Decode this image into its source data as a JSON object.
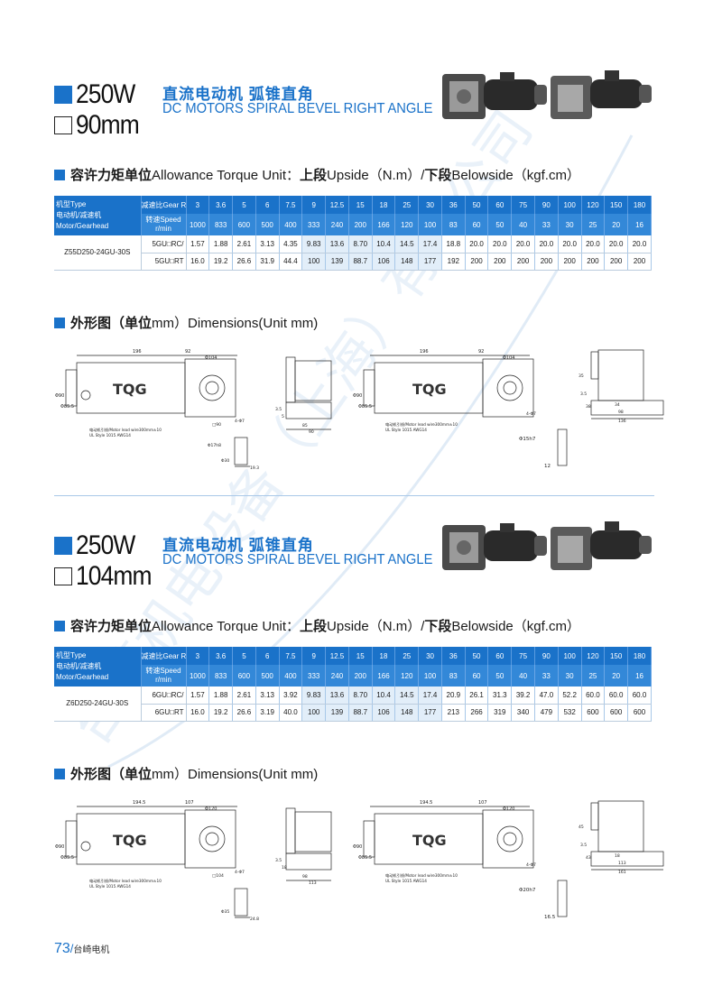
{
  "sections": [
    {
      "power": "250W",
      "frame": "90mm",
      "cn_title": "直流电动机 弧锥直角",
      "en_title": "DC MOTORS  SPIRAL BEVEL RIGHT ANGLE",
      "torque_label_cn": "容许力矩单位",
      "torque_label_en": " Allowance Torque Unit：",
      "torque_up_cn": "上段",
      "torque_up_en": " Upside（N.m）/",
      "torque_down_cn": "下段",
      "torque_down_en": " Belowside（kgf.cm）",
      "table": {
        "type_label": "机型Type",
        "motor_gear_label_cn": "电动机/减速机",
        "motor_gear_label_en": "Motor/Gearhead",
        "ratio_label": "减速比Gear Ratio",
        "speed_label": "转速Speed r/min",
        "ratios": [
          "3",
          "3.6",
          "5",
          "6",
          "7.5",
          "9",
          "12.5",
          "15",
          "18",
          "25",
          "30",
          "36",
          "50",
          "60",
          "75",
          "90",
          "100",
          "120",
          "150",
          "180"
        ],
        "speeds": [
          "1000",
          "833",
          "600",
          "500",
          "400",
          "333",
          "240",
          "200",
          "166",
          "120",
          "100",
          "83",
          "60",
          "50",
          "40",
          "33",
          "30",
          "25",
          "20",
          "16"
        ],
        "model": "Z55D250-24GU-30S",
        "gear1": "5GU□RC/",
        "gear2": "5GU□RT",
        "row1": [
          "1.57",
          "1.88",
          "2.61",
          "3.13",
          "4.35",
          "9.83",
          "13.6",
          "8.70",
          "10.4",
          "14.5",
          "17.4",
          "18.8",
          "20.0",
          "20.0",
          "20.0",
          "20.0",
          "20.0",
          "20.0",
          "20.0",
          "20.0"
        ],
        "row2": [
          "16.0",
          "19.2",
          "26.6",
          "31.9",
          "44.4",
          "100",
          "139",
          "88.7",
          "106",
          "148",
          "177",
          "192",
          "200",
          "200",
          "200",
          "200",
          "200",
          "200",
          "200",
          "200"
        ]
      },
      "dim_title_cn": "外形图（单位",
      "dim_title_en": " mm）Dimensions(Unit mm)",
      "drawings": {
        "d1_len": "196",
        "d1_len2": "92",
        "d1_phi": "Φ104",
        "d1_h1": "Φ90",
        "d1_h2": "Φ85.5",
        "d1_lead": "电动机引线/Motor lead wire300mm±10",
        "d1_ul": "UL Style 1015 AWG14",
        "d1_sq": "□90",
        "d1_hole": "4-Φ7",
        "d1_shaft": "Φ17h8",
        "d1_shaft2": "Φ30",
        "d1_key": "19.3",
        "s1_a": "3.5",
        "s1_b": "5",
        "s1_c": "85",
        "s1_d": "90",
        "d2_len": "196",
        "d2_len2": "92",
        "d2_phi": "Φ104",
        "d2_h1": "Φ90",
        "d2_h2": "Φ85.5",
        "d2_lead": "电动机引线/Motor lead wire300mm±10",
        "d2_ul": "UL Style 1015 AWG14",
        "d2_hole": "4-Φ7",
        "d2_shaft": "Φ15h7",
        "d2_key": "12",
        "s2_a": "35",
        "s2_b": "3.5",
        "s2_c": "38",
        "s2_d": "34",
        "s2_e": "98",
        "s2_f": "136"
      }
    },
    {
      "power": "250W",
      "frame": "104mm",
      "cn_title": "直流电动机 弧锥直角",
      "en_title": "DC MOTORS  SPIRAL BEVEL RIGHT ANGLE",
      "torque_label_cn": "容许力矩单位",
      "torque_label_en": " Allowance Torque Unit：",
      "torque_up_cn": "上段",
      "torque_up_en": " Upside（N.m）/",
      "torque_down_cn": "下段",
      "torque_down_en": " Belowside（kgf.cm）",
      "table": {
        "type_label": "机型Type",
        "motor_gear_label_cn": "电动机/减速机",
        "motor_gear_label_en": "Motor/Gearhead",
        "ratio_label": "减速比Gear Ratio",
        "speed_label": "转速Speed r/min",
        "ratios": [
          "3",
          "3.6",
          "5",
          "6",
          "7.5",
          "9",
          "12.5",
          "15",
          "18",
          "25",
          "30",
          "36",
          "50",
          "60",
          "75",
          "90",
          "100",
          "120",
          "150",
          "180"
        ],
        "speeds": [
          "1000",
          "833",
          "600",
          "500",
          "400",
          "333",
          "240",
          "200",
          "166",
          "120",
          "100",
          "83",
          "60",
          "50",
          "40",
          "33",
          "30",
          "25",
          "20",
          "16"
        ],
        "model": "Z6D250-24GU-30S",
        "gear1": "6GU□RC/",
        "gear2": "6GU□RT",
        "row1": [
          "1.57",
          "1.88",
          "2.61",
          "3.13",
          "3.92",
          "9.83",
          "13.6",
          "8.70",
          "10.4",
          "14.5",
          "17.4",
          "20.9",
          "26.1",
          "31.3",
          "39.2",
          "47.0",
          "52.2",
          "60.0",
          "60.0",
          "60.0"
        ],
        "row2": [
          "16.0",
          "19.2",
          "26.6",
          "3.19",
          "40.0",
          "100",
          "139",
          "88.7",
          "106",
          "148",
          "177",
          "213",
          "266",
          "319",
          "340",
          "479",
          "532",
          "600",
          "600",
          "600"
        ]
      },
      "dim_title_cn": "外形图（单位",
      "dim_title_en": " mm）Dimensions(Unit mm)",
      "drawings": {
        "d1_len": "194.5",
        "d1_len2": "107",
        "d1_phi": "Φ120",
        "d1_h1": "Φ90",
        "d1_h2": "Φ85.5",
        "d1_lead": "电动机引线/Motor lead wire300mm±10",
        "d1_ul": "UL Style 1015 AWG14",
        "d1_sq": "□104",
        "d1_hole": "4-Φ7",
        "d1_shaft": "",
        "d1_shaft2": "Φ35",
        "d1_key": "24.8",
        "s1_a": "3.5",
        "s1_b": "18",
        "s1_c": "98",
        "s1_d": "113",
        "d2_len": "194.5",
        "d2_len2": "107",
        "d2_phi": "Φ120",
        "d2_h1": "Φ90",
        "d2_h2": "Φ85.5",
        "d2_lead": "电动机引线/Motor lead wire300mm±10",
        "d2_ul": "UL Style 1015 AWG14",
        "d2_hole": "4-Φ7",
        "d2_shaft": "Φ20h7",
        "d2_key": "16.5",
        "s2_a": "45",
        "s2_b": "3.5",
        "s2_c": "43",
        "s2_d": "18",
        "s2_e": "113",
        "s2_f": "161"
      }
    }
  ],
  "footer": {
    "page": "73",
    "sep": "/",
    "brand": "台崎电机"
  },
  "brand_logo": "TQG",
  "colors": {
    "accent": "#1a72c9",
    "header_row": "#3388d8",
    "shade": "#e2eef9"
  }
}
